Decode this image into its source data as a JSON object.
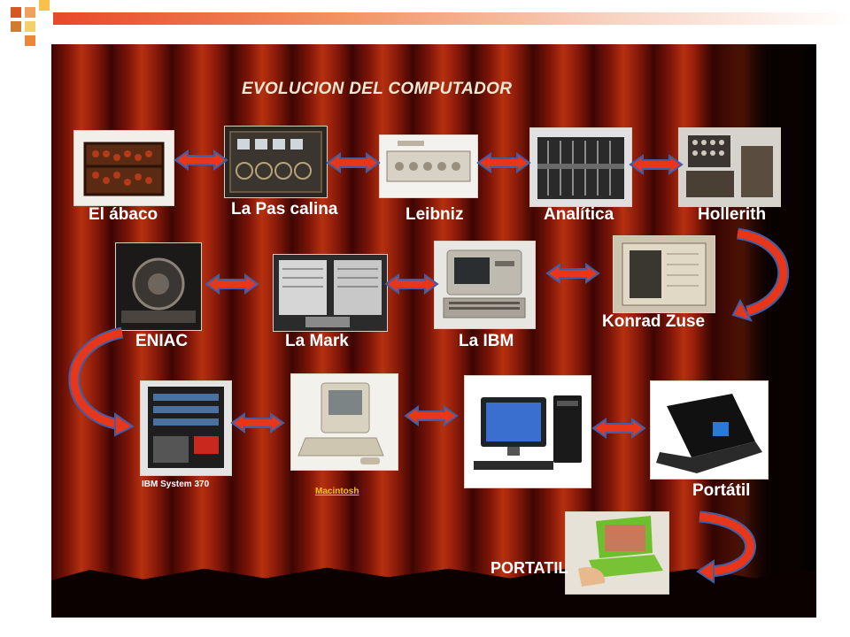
{
  "title": "EVOLUCION DEL COMPUTADOR",
  "items": [
    {
      "label": "El ábaco",
      "icon": "abacus-icon"
    },
    {
      "label": "La Pas calina",
      "icon": "pascaline-icon"
    },
    {
      "label": "Leibniz",
      "icon": "leibniz-calculator-icon"
    },
    {
      "label": "Analítica",
      "icon": "analytical-engine-icon"
    },
    {
      "label": "Hollerith",
      "icon": "tabulating-machine-icon"
    },
    {
      "label": "Konrad Zuse",
      "icon": "zuse-machine-icon"
    },
    {
      "label": "La IBM",
      "icon": "ibm-pc-icon"
    },
    {
      "label": "La Mark",
      "icon": "mark-computer-icon"
    },
    {
      "label": "ENIAC",
      "icon": "eniac-icon"
    },
    {
      "label": "IBM System 370",
      "icon": "mainframe-icon"
    },
    {
      "label": "Macintosh",
      "icon": "macintosh-icon"
    },
    {
      "label": "",
      "icon": "desktop-pc-icon"
    },
    {
      "label": "Portátil",
      "icon": "laptop-icon"
    },
    {
      "label": "PORTATIL",
      "icon": "mini-laptop-icon"
    }
  ],
  "colors": {
    "arrow": "#e8361b",
    "arrow_outline": "#3e5fa8",
    "curtain": "#8a1a09",
    "label": "#ffffff",
    "link": "#f6c400"
  }
}
